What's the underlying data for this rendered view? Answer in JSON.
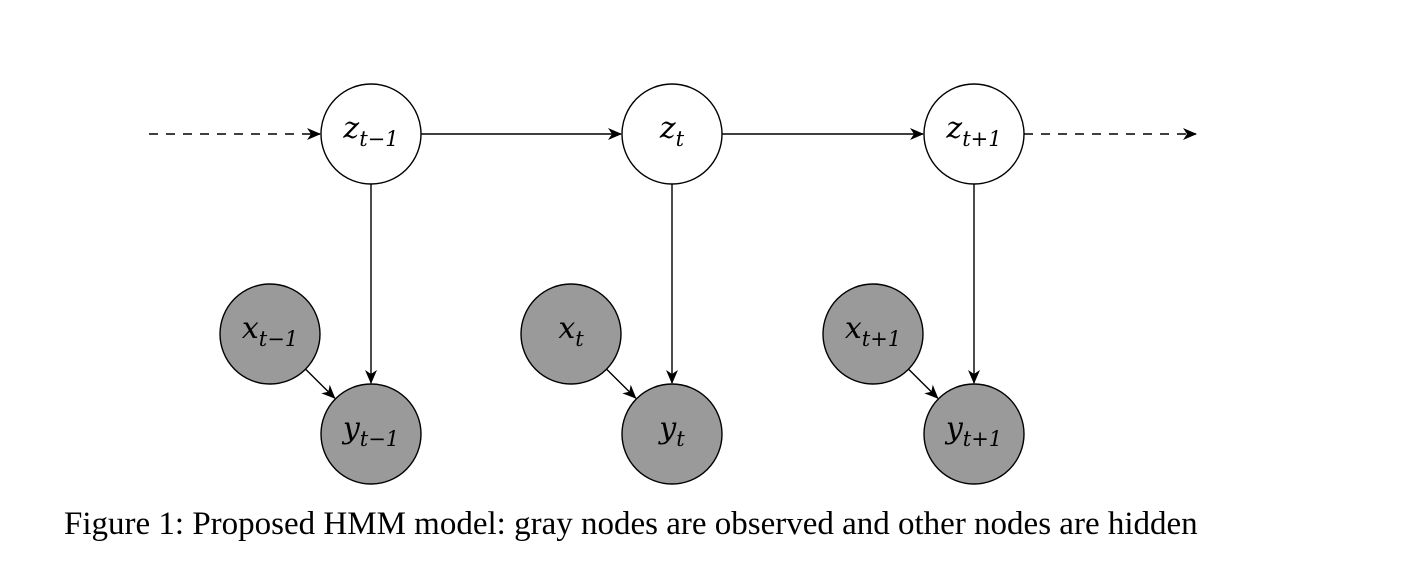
{
  "caption": "Figure 1: Proposed HMM model: gray nodes are observed and other nodes are hidden",
  "colors": {
    "observed_fill": "#9a9a9a",
    "hidden_fill": "#ffffff",
    "stroke": "#000000"
  },
  "nodes": [
    {
      "id": "z-prev",
      "var": "z",
      "sub": "t−1",
      "kind": "hidden"
    },
    {
      "id": "z-cur",
      "var": "z",
      "sub": "t",
      "kind": "hidden"
    },
    {
      "id": "z-next",
      "var": "z",
      "sub": "t+1",
      "kind": "hidden"
    },
    {
      "id": "x-prev",
      "var": "x",
      "sub": "t−1",
      "kind": "observed"
    },
    {
      "id": "x-cur",
      "var": "x",
      "sub": "t",
      "kind": "observed"
    },
    {
      "id": "x-next",
      "var": "x",
      "sub": "t+1",
      "kind": "observed"
    },
    {
      "id": "y-prev",
      "var": "y",
      "sub": "t−1",
      "kind": "observed"
    },
    {
      "id": "y-cur",
      "var": "y",
      "sub": "t",
      "kind": "observed"
    },
    {
      "id": "y-next",
      "var": "y",
      "sub": "t+1",
      "kind": "observed"
    }
  ],
  "edges": [
    {
      "from": "z-prev",
      "to": "z-cur",
      "style": "solid"
    },
    {
      "from": "z-cur",
      "to": "z-next",
      "style": "solid"
    },
    {
      "from": "z-prev",
      "to": "y-prev",
      "style": "solid"
    },
    {
      "from": "z-cur",
      "to": "y-cur",
      "style": "solid"
    },
    {
      "from": "z-next",
      "to": "y-next",
      "style": "solid"
    },
    {
      "from": "x-prev",
      "to": "y-prev",
      "style": "solid"
    },
    {
      "from": "x-cur",
      "to": "y-cur",
      "style": "solid"
    },
    {
      "from": "x-next",
      "to": "y-next",
      "style": "solid"
    },
    {
      "from": "left-continuation",
      "to": "z-prev",
      "style": "dashed"
    },
    {
      "from": "z-next",
      "to": "right-continuation",
      "style": "dashed"
    }
  ]
}
